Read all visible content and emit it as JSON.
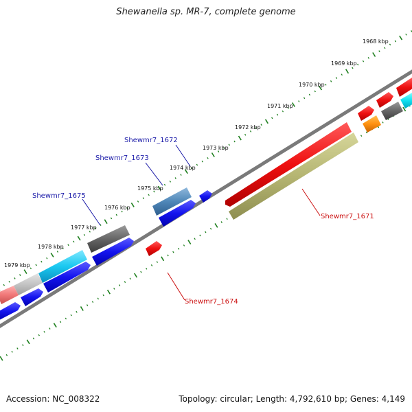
{
  "title": "Shewanella sp. MR-7, complete genome",
  "footer": {
    "accession": "Accession: NC_008322",
    "topology": "Topology: circular; Length: 4,792,610 bp; Genes: 4,149"
  },
  "colors": {
    "ruler_green": "#1e7f1e",
    "backbone": "#7a7a7a",
    "label_blue": "#1a1aa8",
    "label_red": "#cc1111"
  },
  "tick_labels": [
    "1968 kbp",
    "1969 kbp",
    "1970 kbp",
    "1971 kbp",
    "1972 kbp",
    "1973 kbp",
    "1974 kbp",
    "1975 kbp",
    "1976 kbp",
    "1977 kbp",
    "1978 kbp",
    "1979 kbp"
  ],
  "gene_labels": [
    {
      "text": "Shewmr7_1672",
      "color": "blue"
    },
    {
      "text": "Shewmr7_1673",
      "color": "blue"
    },
    {
      "text": "Shewmr7_1675",
      "color": "blue"
    },
    {
      "text": "Shewmr7_1671",
      "color": "red"
    },
    {
      "text": "Shewmr7_1674",
      "color": "red"
    }
  ]
}
